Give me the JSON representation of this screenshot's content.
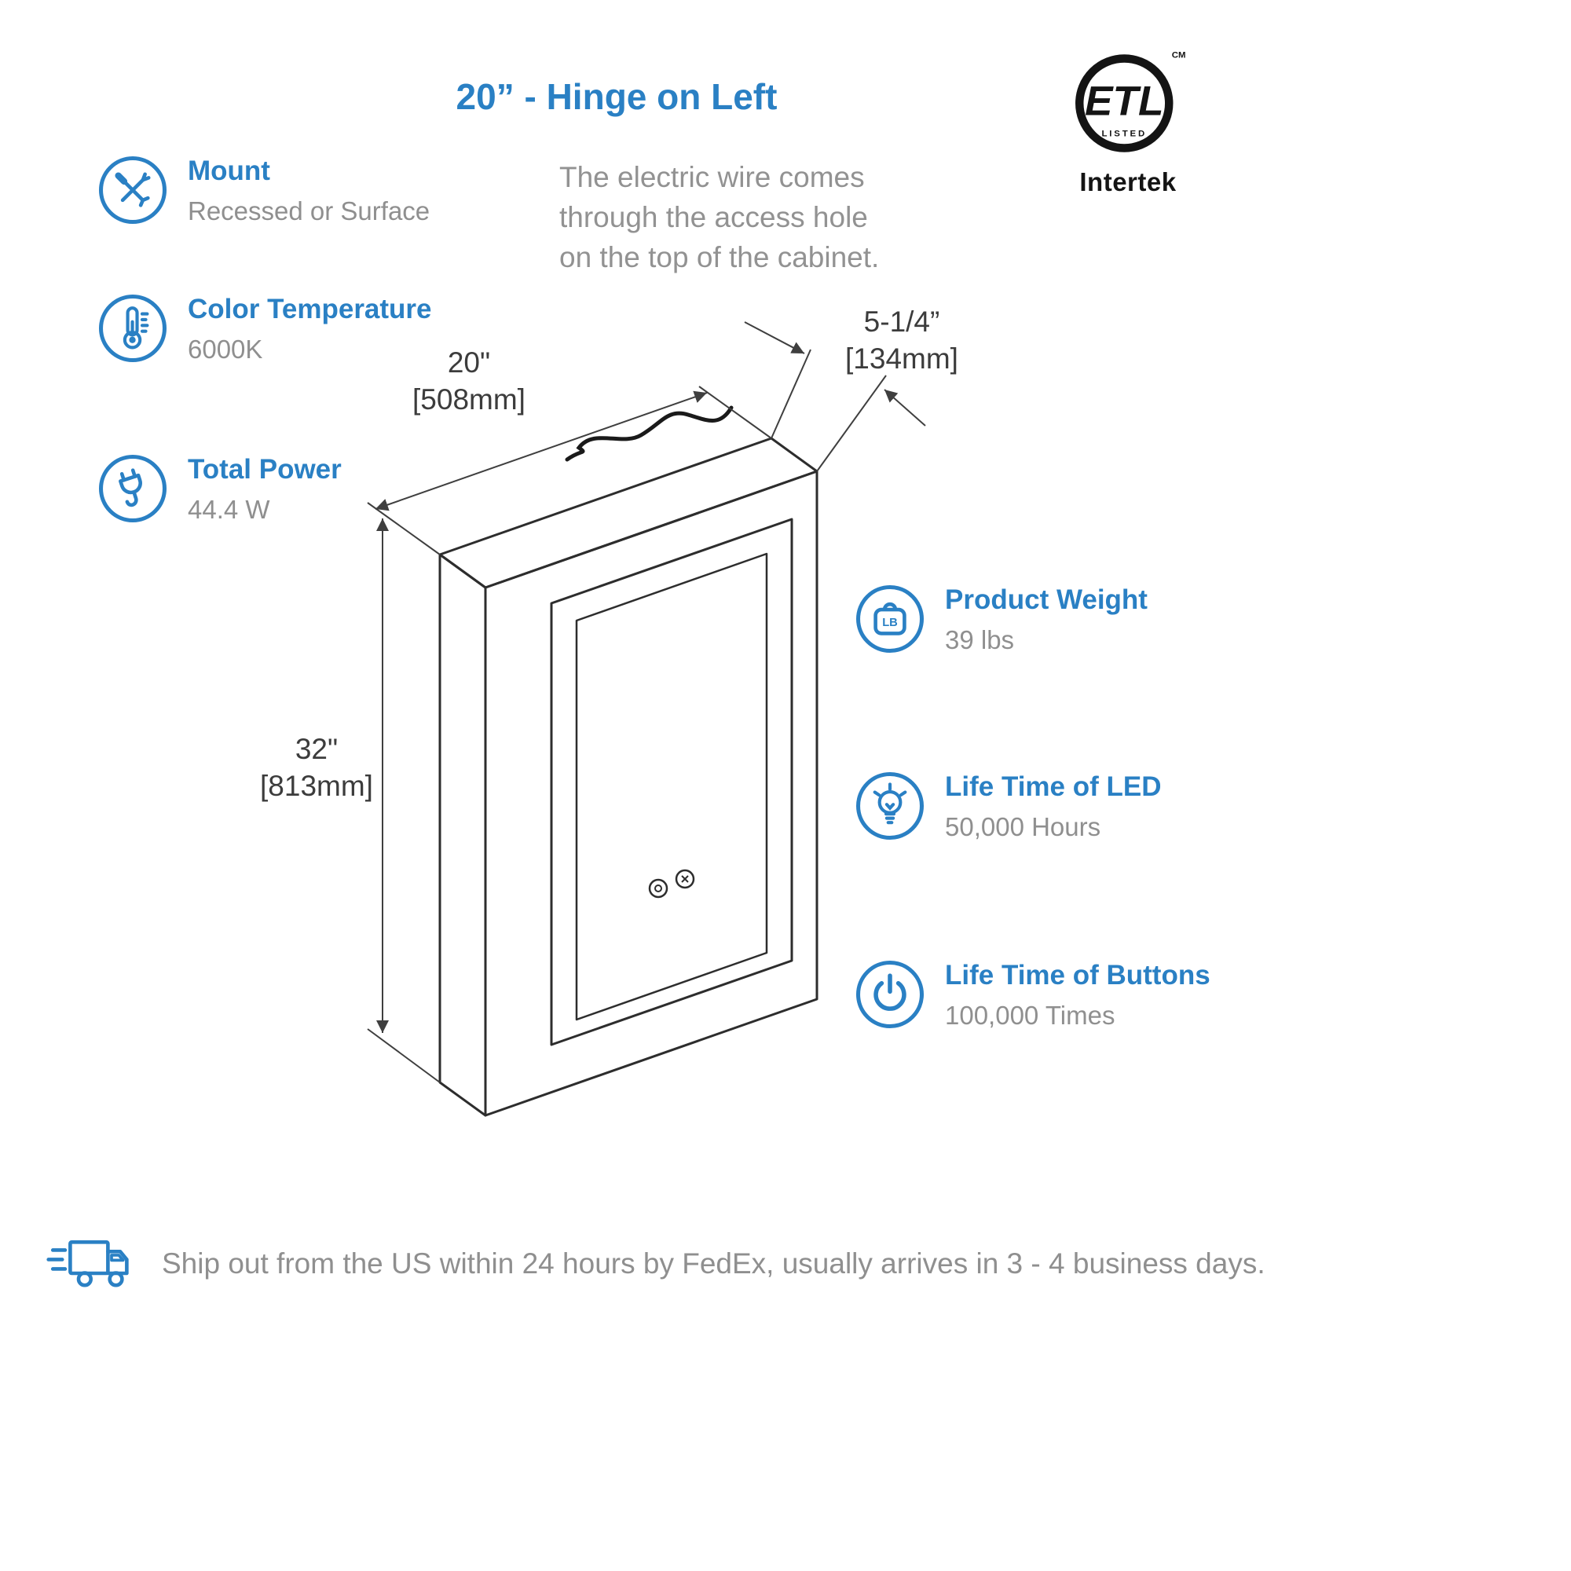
{
  "colors": {
    "accent": "#2a80c4",
    "text_gray": "#8f8f8f",
    "line_ink": "#2d2d2d"
  },
  "header": {
    "title": "20” - Hinge on Left"
  },
  "certification": {
    "mark": "ETL",
    "listed": "LISTED",
    "cm": "CM",
    "brand": "Intertek"
  },
  "note": "The electric wire comes\nthrough the access hole\non the top of the cabinet.",
  "specs_left": [
    {
      "icon": "tools-icon",
      "label": "Mount",
      "value": "Recessed or Surface"
    },
    {
      "icon": "thermometer-icon",
      "label": "Color Temperature",
      "value": "6000K"
    },
    {
      "icon": "plug-icon",
      "label": "Total Power",
      "value": "44.4 W"
    }
  ],
  "specs_right": [
    {
      "icon": "weight-icon",
      "label": "Product Weight",
      "value": "39 lbs",
      "badge": "LB"
    },
    {
      "icon": "bulb-icon",
      "label": "Life Time of LED",
      "value": "50,000 Hours"
    },
    {
      "icon": "power-icon",
      "label": "Life Time of Buttons",
      "value": "100,000 Times"
    }
  ],
  "dimensions": {
    "width_in": "20\"",
    "width_mm": "[508mm]",
    "depth_in": "5-1/4”",
    "depth_mm": "[134mm]",
    "height_in": "32\"",
    "height_mm": "[813mm]"
  },
  "shipping": {
    "text": "Ship out from the US within 24 hours by FedEx, usually arrives in 3 - 4 business days."
  }
}
